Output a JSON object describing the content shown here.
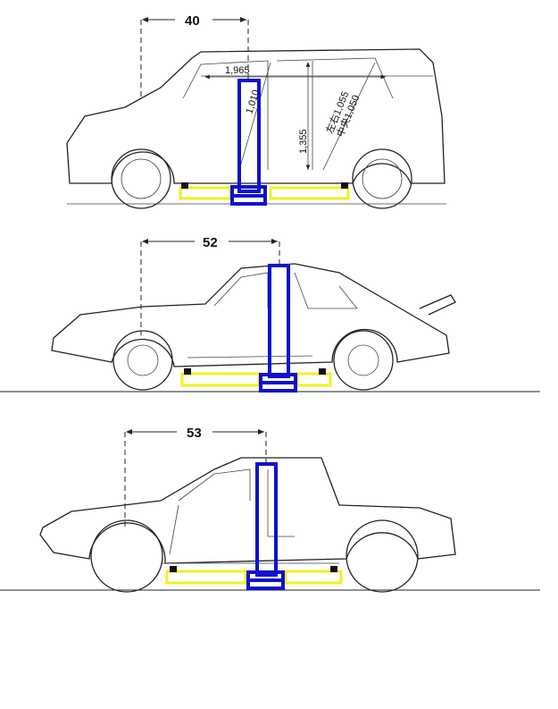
{
  "diagrams": [
    {
      "measurement": "40",
      "annotations": {
        "length": "1,965",
        "diagonal": "1,010",
        "height": "1,355",
        "side_width": "左右1,055",
        "center_width": "中央1,050"
      }
    },
    {
      "measurement": "52"
    },
    {
      "measurement": "53"
    }
  ],
  "colors": {
    "frame": "#1010d0",
    "pads": "#f0f020",
    "line": "#222222"
  }
}
